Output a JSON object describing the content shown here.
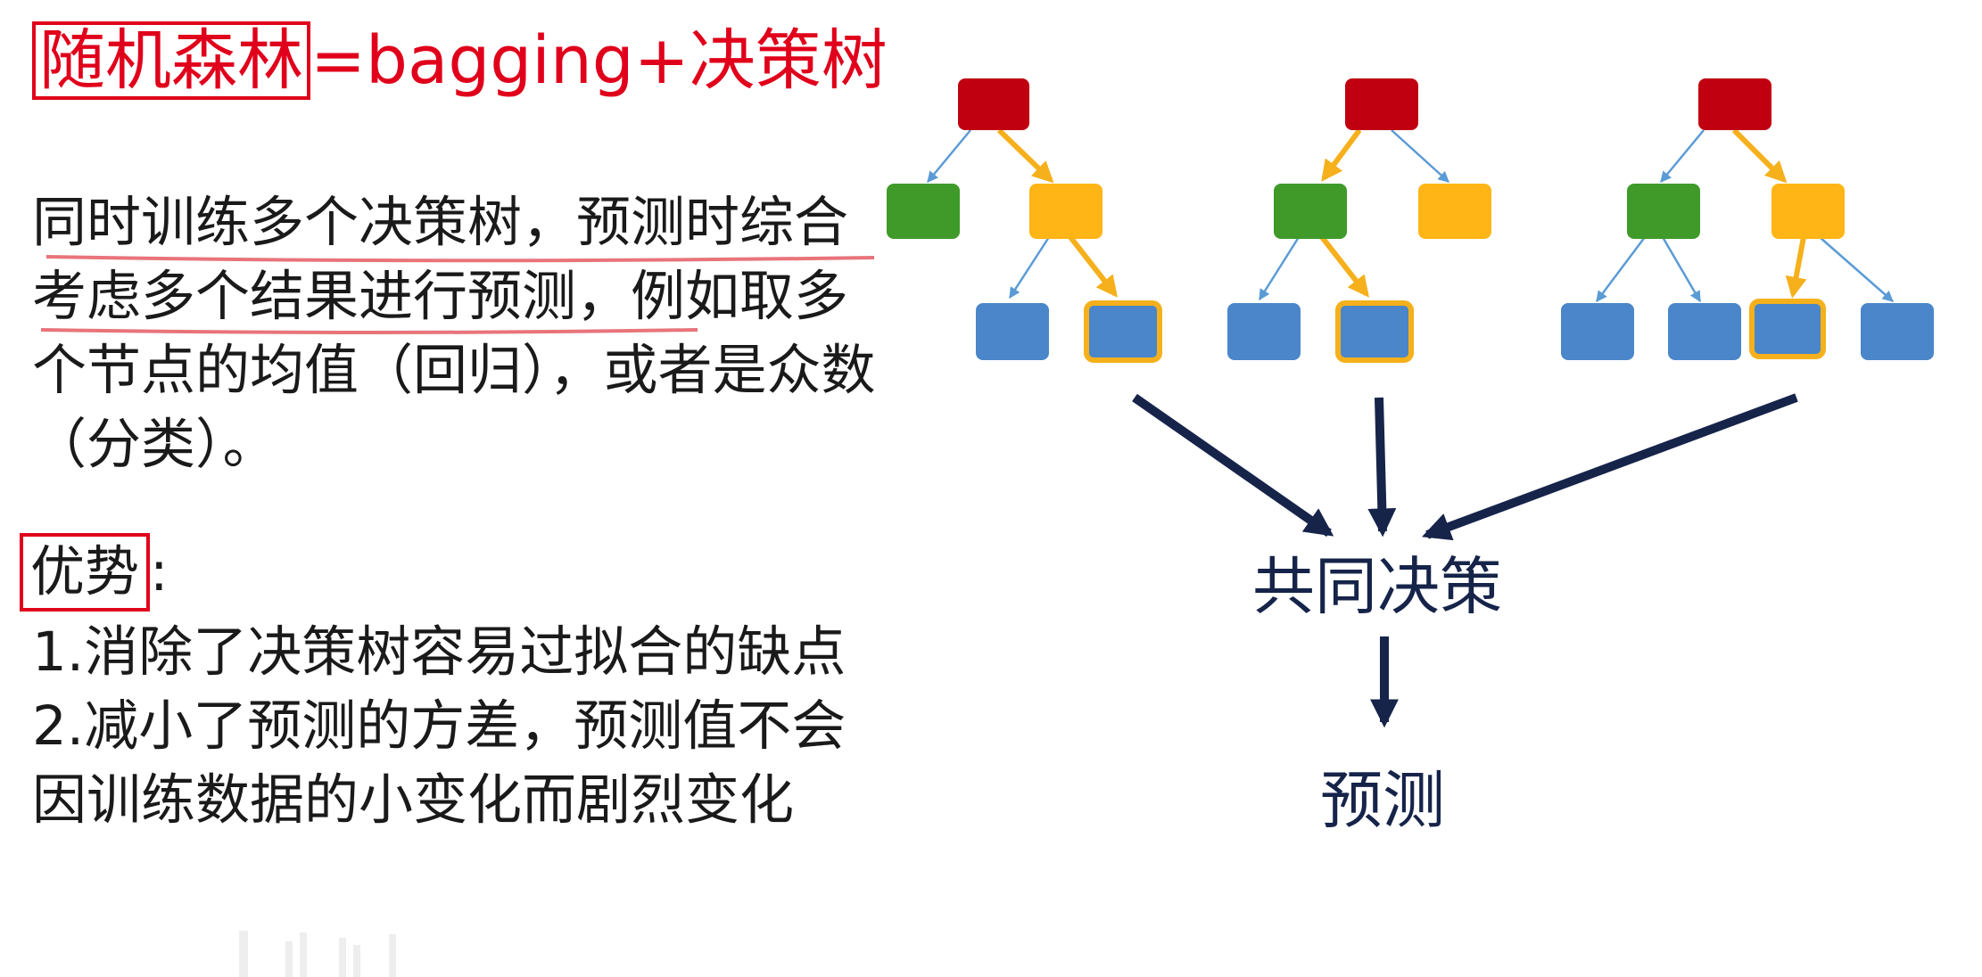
{
  "title": {
    "boxed": "随机森林",
    "rest": "=bagging+决策树"
  },
  "description": "同时训练多个决策树，预测时综合考虑多个结果进行预测，例如取多个节点的均值（回归），或者是众数（分类）。",
  "advantages": {
    "label": "优势",
    "colon": ":",
    "items": [
      "1.消除了决策树容易过拟合的缺点",
      "2.减小了预测的方差，预测值不会因训练数据的小变化而剧烈变化"
    ]
  },
  "diagram": {
    "combine_label": "共同决策",
    "output_label": "预测"
  },
  "colors": {
    "root": "#c00010",
    "left_child": "#3f9a2a",
    "right_child": "#ffb515",
    "leaf": "#4a86c9",
    "path_highlight": "#f5b01c",
    "thin_edge": "#5b9bd5",
    "big_arrow": "#16244a",
    "accent_red": "#e0001b"
  }
}
